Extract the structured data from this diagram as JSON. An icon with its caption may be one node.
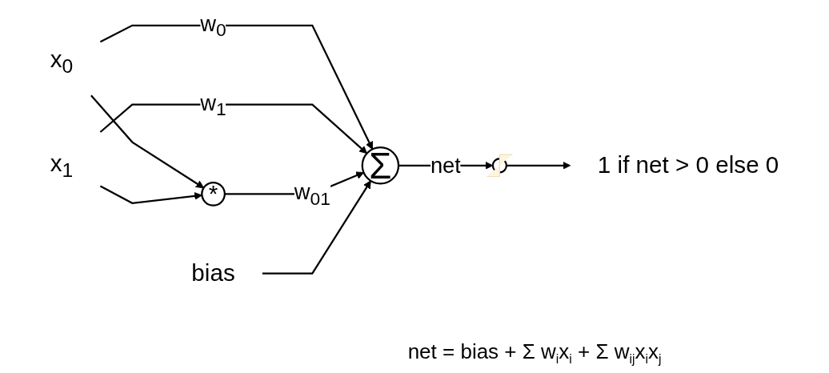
{
  "diagram": {
    "nodes": [
      {
        "text": [
          "x$_{0}$"
        ]
      },
      {
        "text": [
          "*"
        ]
      },
      {
        "text": [
          "Σ"
        ]
      },
      {
        "text": [],
        "shape": "circle"
      },
      {
        "text": [
          "1 if net > 0 else 0"
        ]
      },
      {
        "text": [
          "bias"
        ]
      },
      {
        "text": [
          "x$_{1}$"
        ]
      }
    ],
    "edges": [
      {
        "from": 0,
        "to": 2,
        "arrow": "to",
        "label": "w$_{0}$"
      },
      {
        "from": 0,
        "to": 1,
        "arrow": "to"
      },
      {
        "from": 6,
        "to": 2,
        "arrow": "to",
        "label": "w$_{1}$"
      },
      {
        "from": 6,
        "to": 1,
        "arrow": "to"
      },
      {
        "from": 1,
        "to": 2,
        "arrow": "to",
        "label": "w$_{01}$"
      },
      {
        "from": 5,
        "to": 2,
        "arrow": "to"
      },
      {
        "from": 2,
        "to": 3,
        "arrow": "to",
        "label": "net"
      },
      {
        "from": 3,
        "to": 4,
        "arrow": "to"
      }
    ],
    "labels": [
      "net = bias + Σ w$_{i}$x$_{i}$ + Σ w$_{ij}$x$_{i}$x$_{j}$"
    ]
  }
}
